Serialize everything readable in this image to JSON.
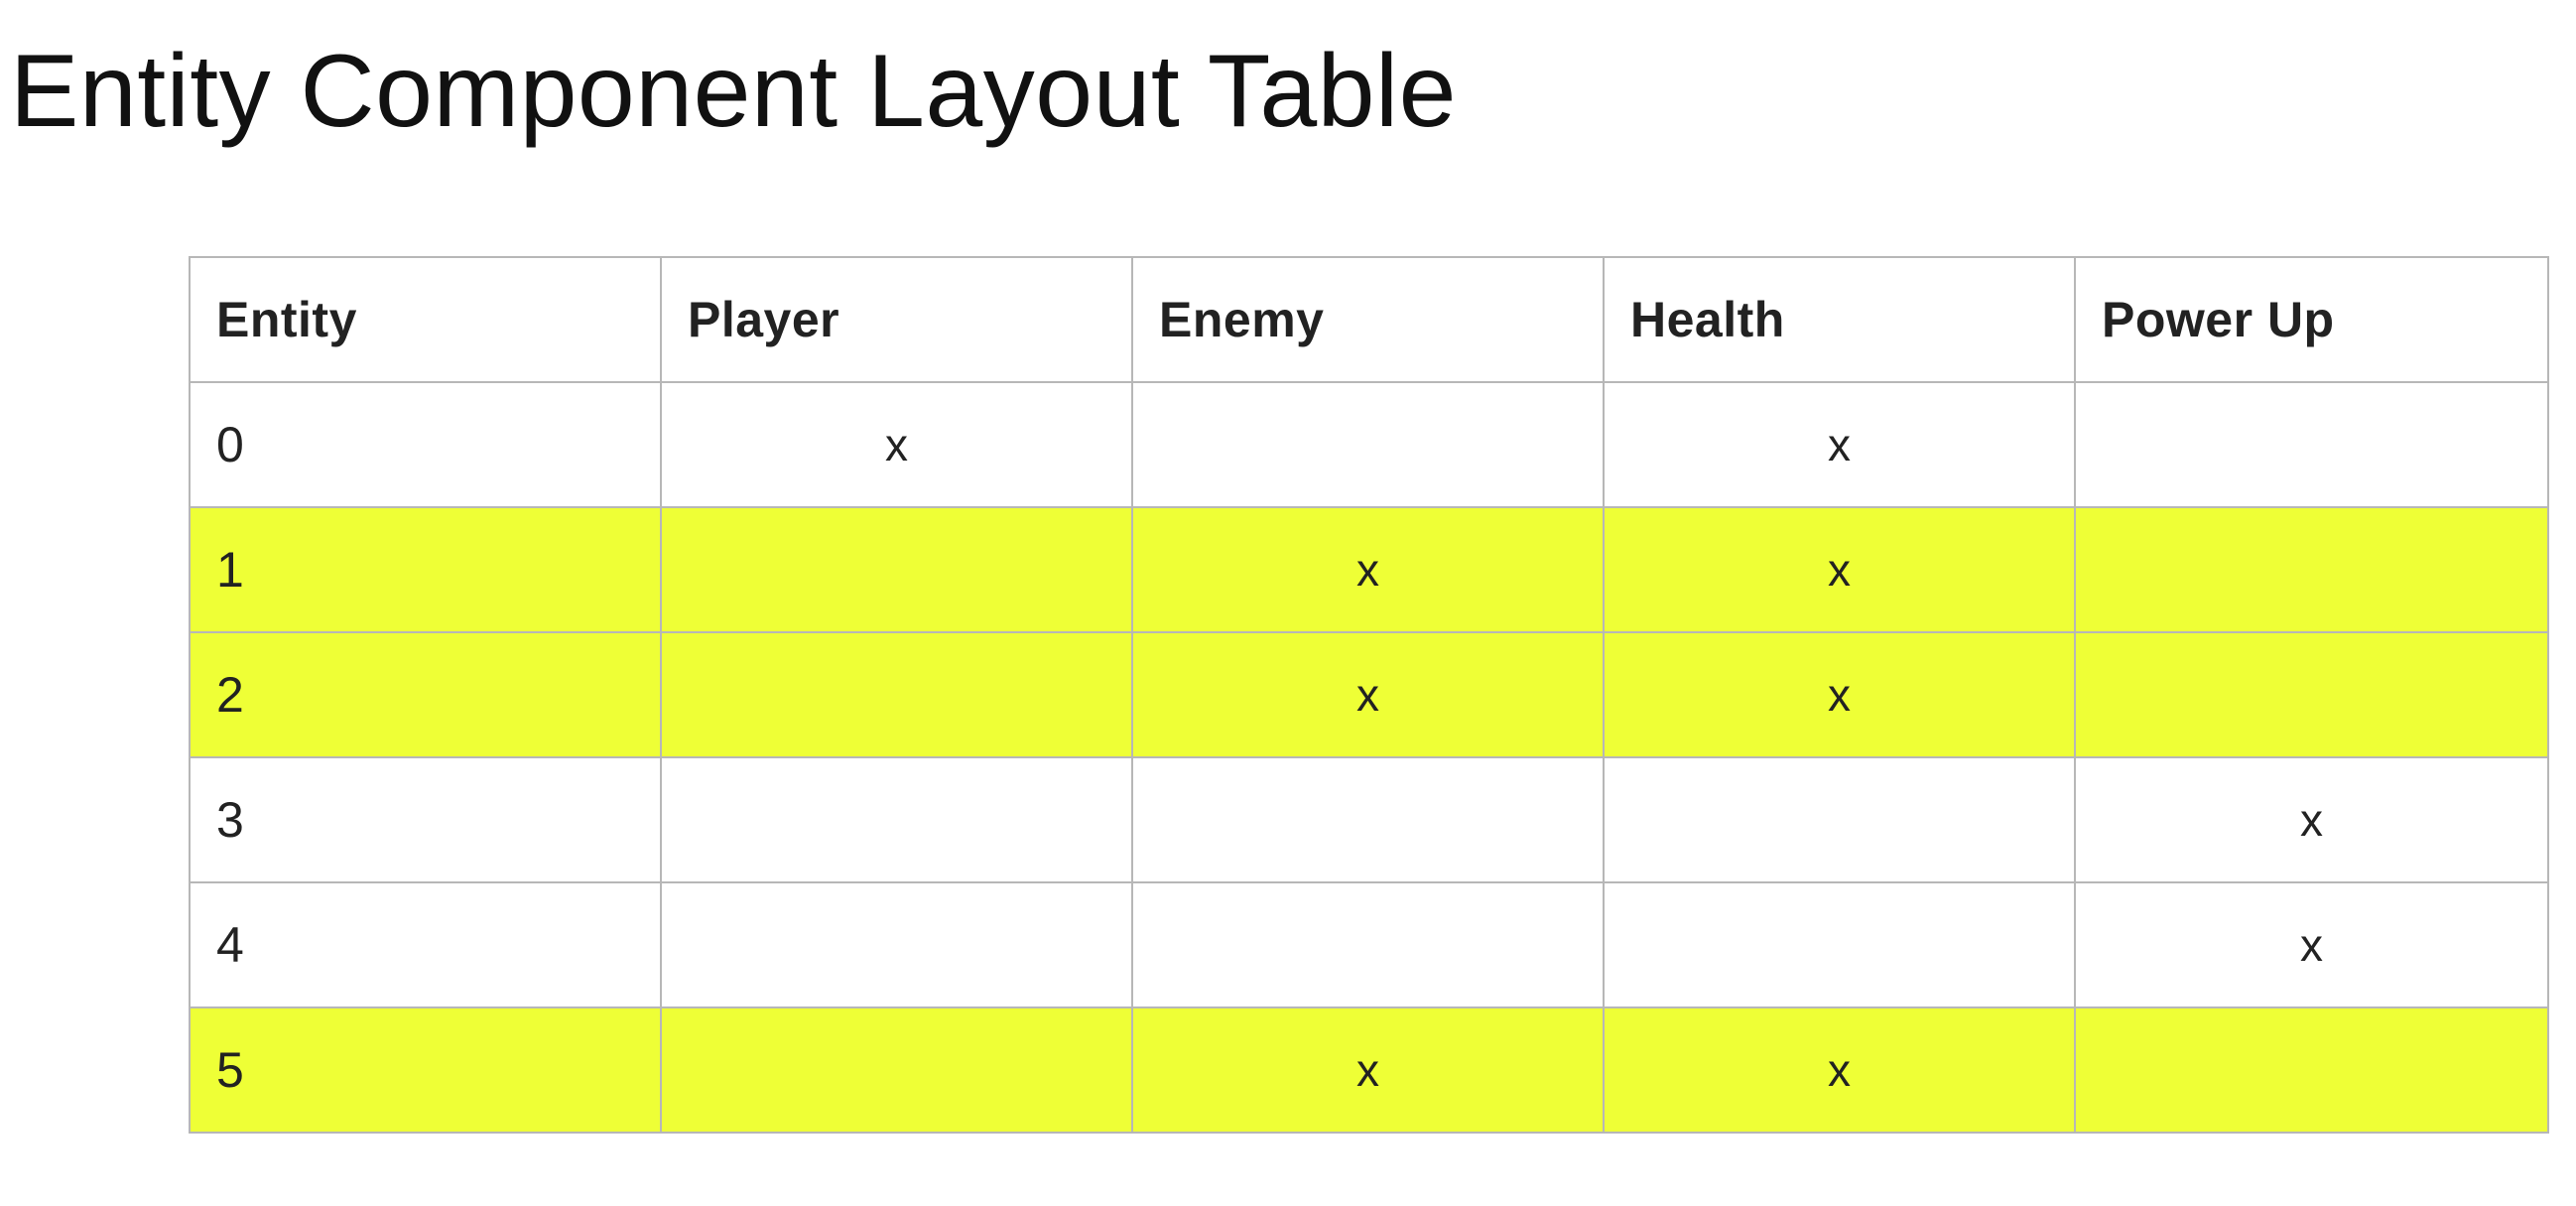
{
  "title": "Entity Component Layout Table",
  "highlight_color": "#eeff36",
  "table": {
    "headers": [
      "Entity",
      "Player",
      "Enemy",
      "Health",
      "Power Up"
    ],
    "rows": [
      {
        "entity": "0",
        "cells": [
          "x",
          "",
          "x",
          ""
        ],
        "highlighted": false
      },
      {
        "entity": "1",
        "cells": [
          "",
          "x",
          "x",
          ""
        ],
        "highlighted": true
      },
      {
        "entity": "2",
        "cells": [
          "",
          "x",
          "x",
          ""
        ],
        "highlighted": true
      },
      {
        "entity": "3",
        "cells": [
          "",
          "",
          "",
          "x"
        ],
        "highlighted": false
      },
      {
        "entity": "4",
        "cells": [
          "",
          "",
          "",
          "x"
        ],
        "highlighted": false
      },
      {
        "entity": "5",
        "cells": [
          "",
          "x",
          "x",
          ""
        ],
        "highlighted": true
      }
    ]
  }
}
